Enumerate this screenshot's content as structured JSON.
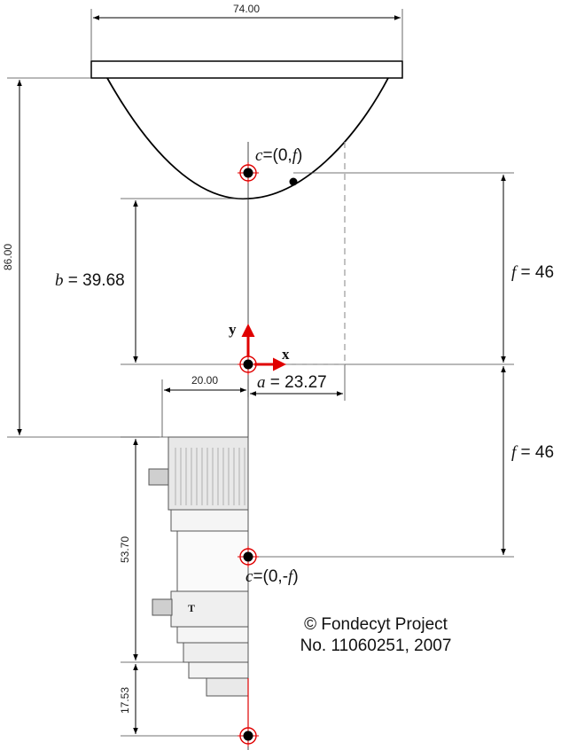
{
  "dimensions": {
    "mirror_width": "74.00",
    "total_height": "86.00",
    "offset_x": "20.00",
    "lens_upper": "53.70",
    "lens_lower": "17.53"
  },
  "labels": {
    "b_var": "b",
    "b_value": " = 39.68",
    "a_var": "a",
    "a_value": " = 23.27",
    "f_var": "f",
    "f_value": " = 46",
    "c_var": "c",
    "c_top_pre": "=(0,",
    "c_top_post": ")",
    "c_bottom_pre": "=(0,-",
    "c_bottom_post": ")",
    "axis_x": "x",
    "axis_y": "y"
  },
  "credit": {
    "line1": "© Fondecyt Project",
    "line2": "No. 11060251, 2007"
  },
  "colors": {
    "axis_arrow": "#e00000",
    "focus_marker": "#e00000",
    "line": "#000000",
    "dashed": "#999999"
  }
}
